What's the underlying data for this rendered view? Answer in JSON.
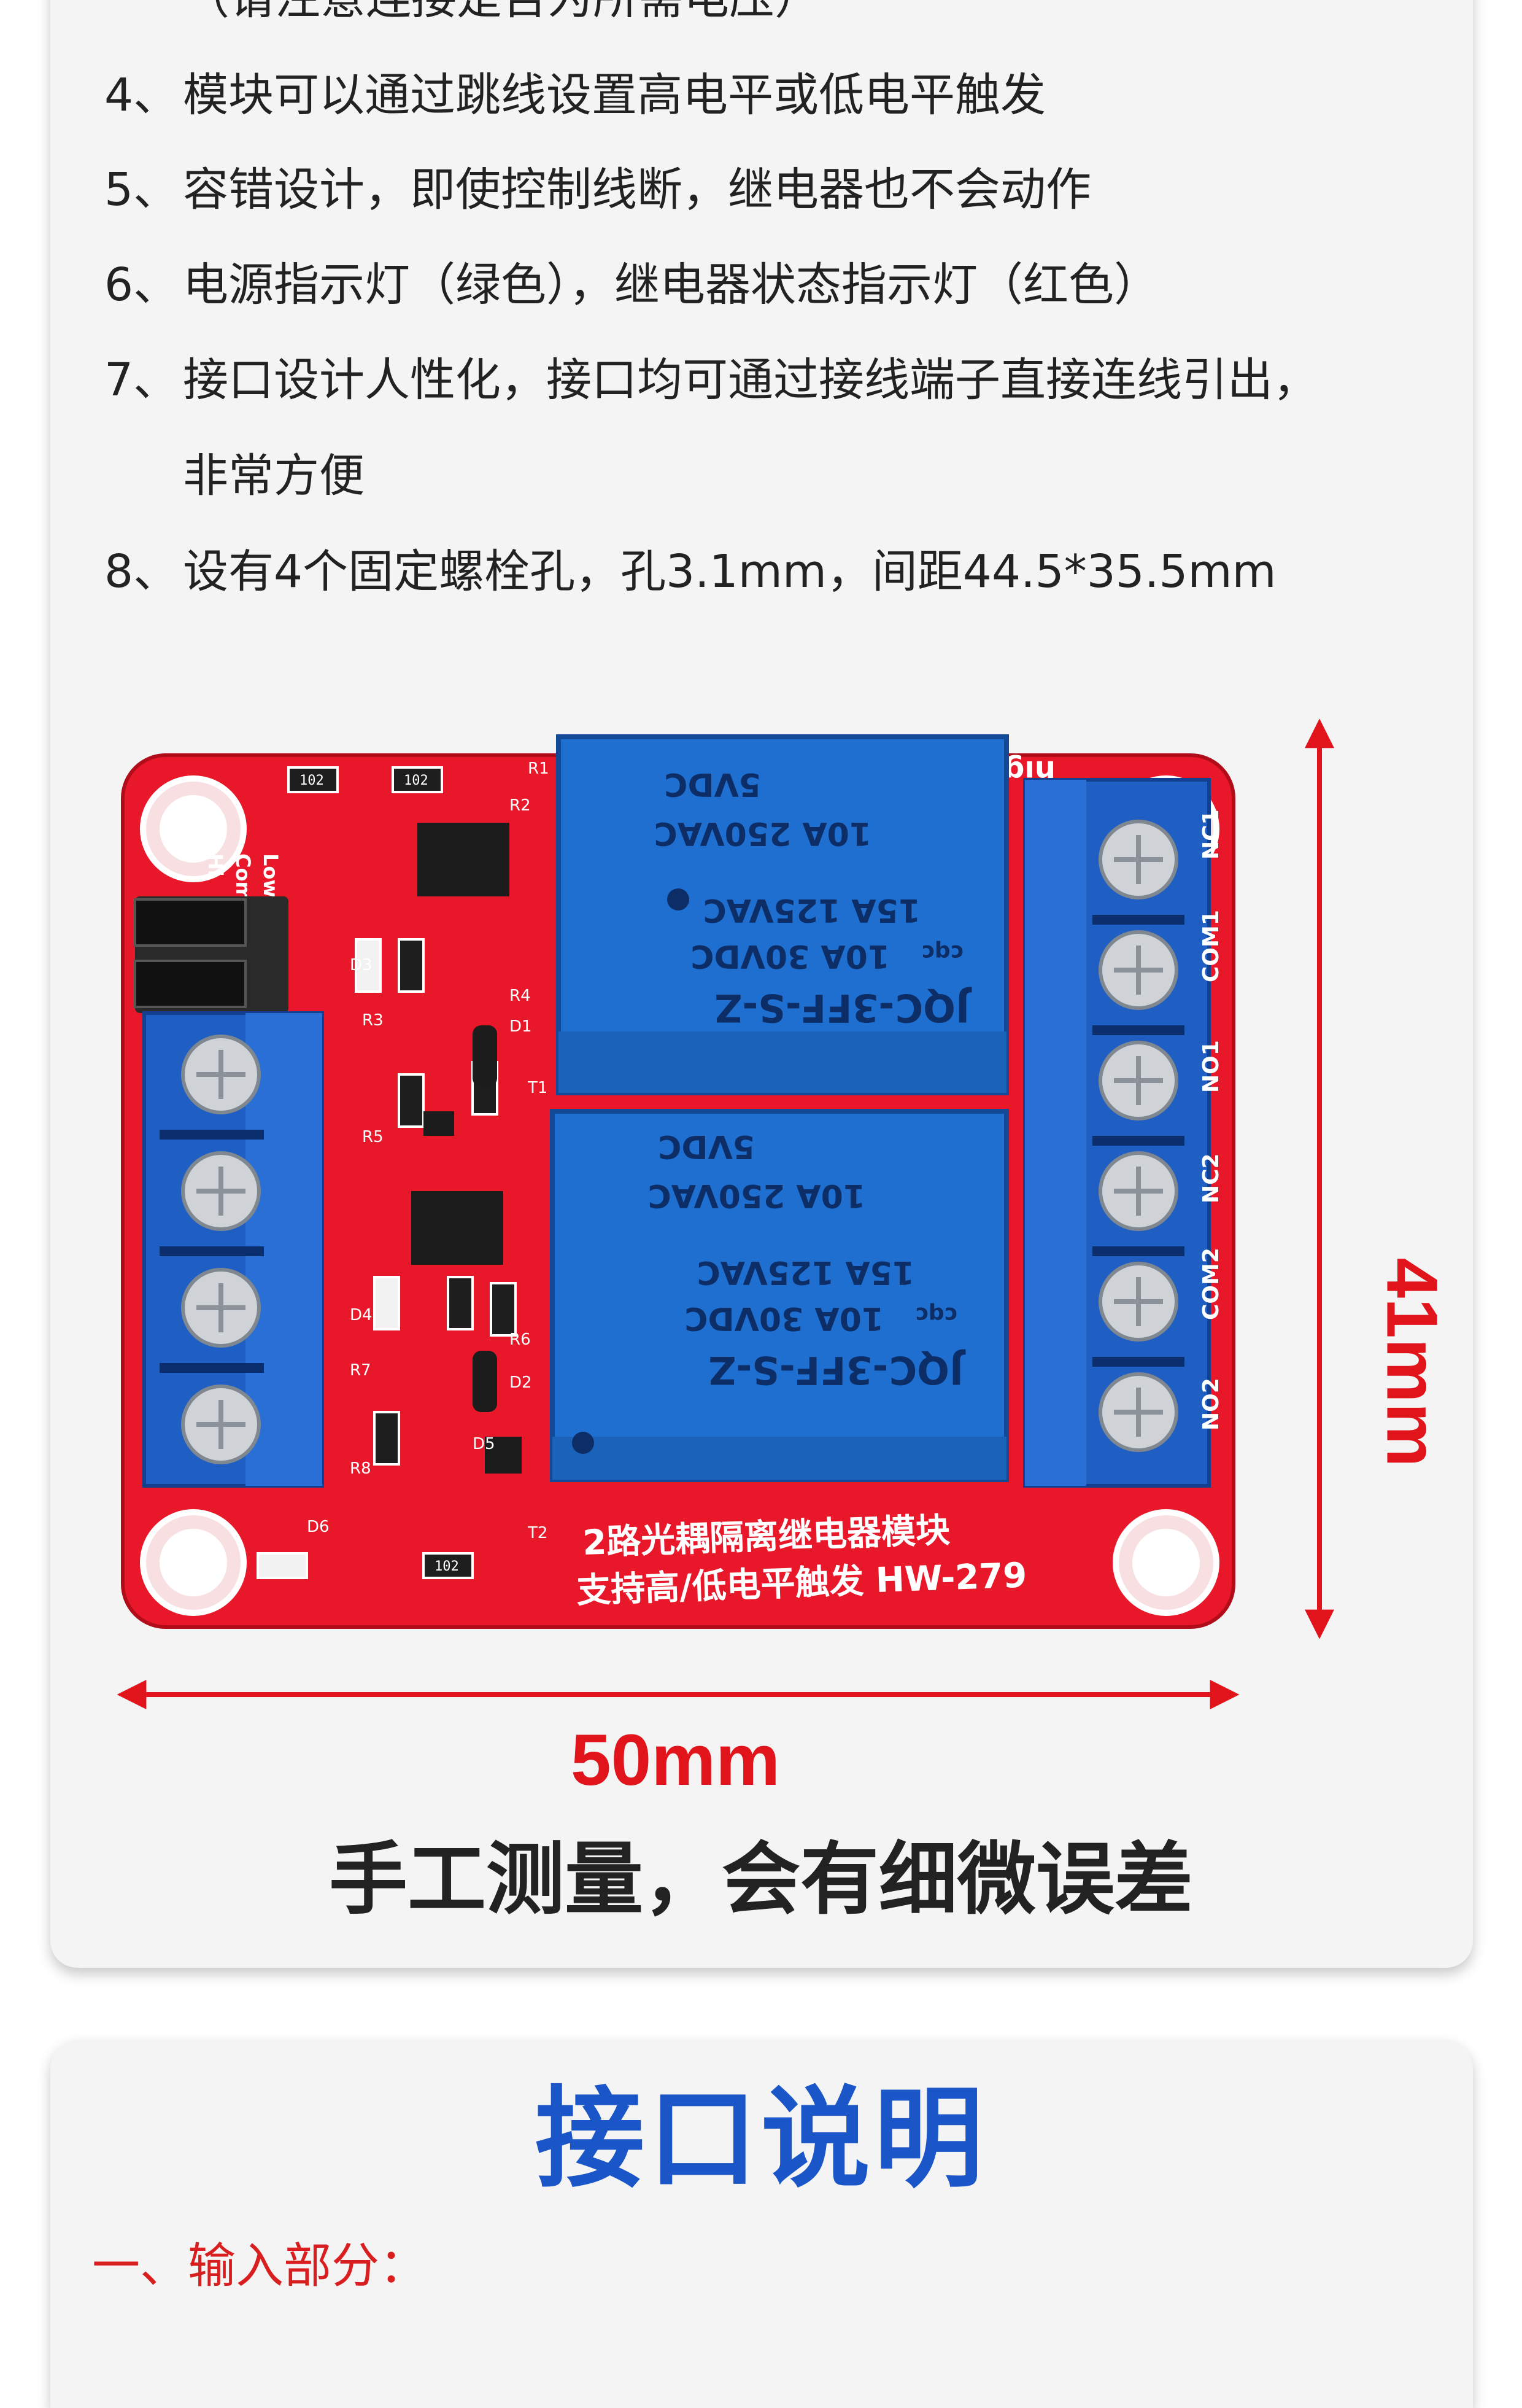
{
  "top_fragment": "（请注意连接是否为所需电压）",
  "features": [
    {
      "num": "4、",
      "text": "模块可以通过跳线设置高电平或低电平触发"
    },
    {
      "num": "5、",
      "text": "容错设计，即使控制线断，继电器也不会动作"
    },
    {
      "num": "6、",
      "text": "电源指示灯（绿色），继电器状态指示灯（红色）"
    },
    {
      "num": "7、",
      "text": "接口设计人性化，接口均可通过接线端子直接连线引出，",
      "cont": "非常方便"
    },
    {
      "num": "8、",
      "text": "设有4个固定螺栓孔，孔3.1mm，间距44.5*35.5mm"
    }
  ],
  "board": {
    "relay_lines": [
      "JQC-3FF-S-Z",
      "10A 30VDC",
      "15A 125VAC",
      "10A 250VAC",
      "5VDC"
    ],
    "relay_cert": "cqc",
    "terminal_labels": [
      "NC1",
      "COM1",
      "NO1",
      "NC2",
      "COM2",
      "NO2"
    ],
    "jumper_labels": [
      "Hi",
      "Com",
      "Low"
    ],
    "corner_text": "high",
    "silk_title": "2路光耦隔离继电器模块",
    "silk_subtitle": "支持高/低电平触发 HW-279",
    "smd_code": "102",
    "component_labels": [
      "R1",
      "R2",
      "R3",
      "R4",
      "R5",
      "R6",
      "R7",
      "R8",
      "D1",
      "D2",
      "D3",
      "D4",
      "D5",
      "D6",
      "T1",
      "T2"
    ]
  },
  "dimensions": {
    "width": "50mm",
    "height": "41mm"
  },
  "caption": "手工测量，会有细微误差",
  "section_title": "接口说明",
  "subheading": "一、输入部分：",
  "colors": {
    "pcb": "#e8182a",
    "relay": "#1f6fd0",
    "dimension": "#e0141a",
    "title": "#1a56c8"
  }
}
